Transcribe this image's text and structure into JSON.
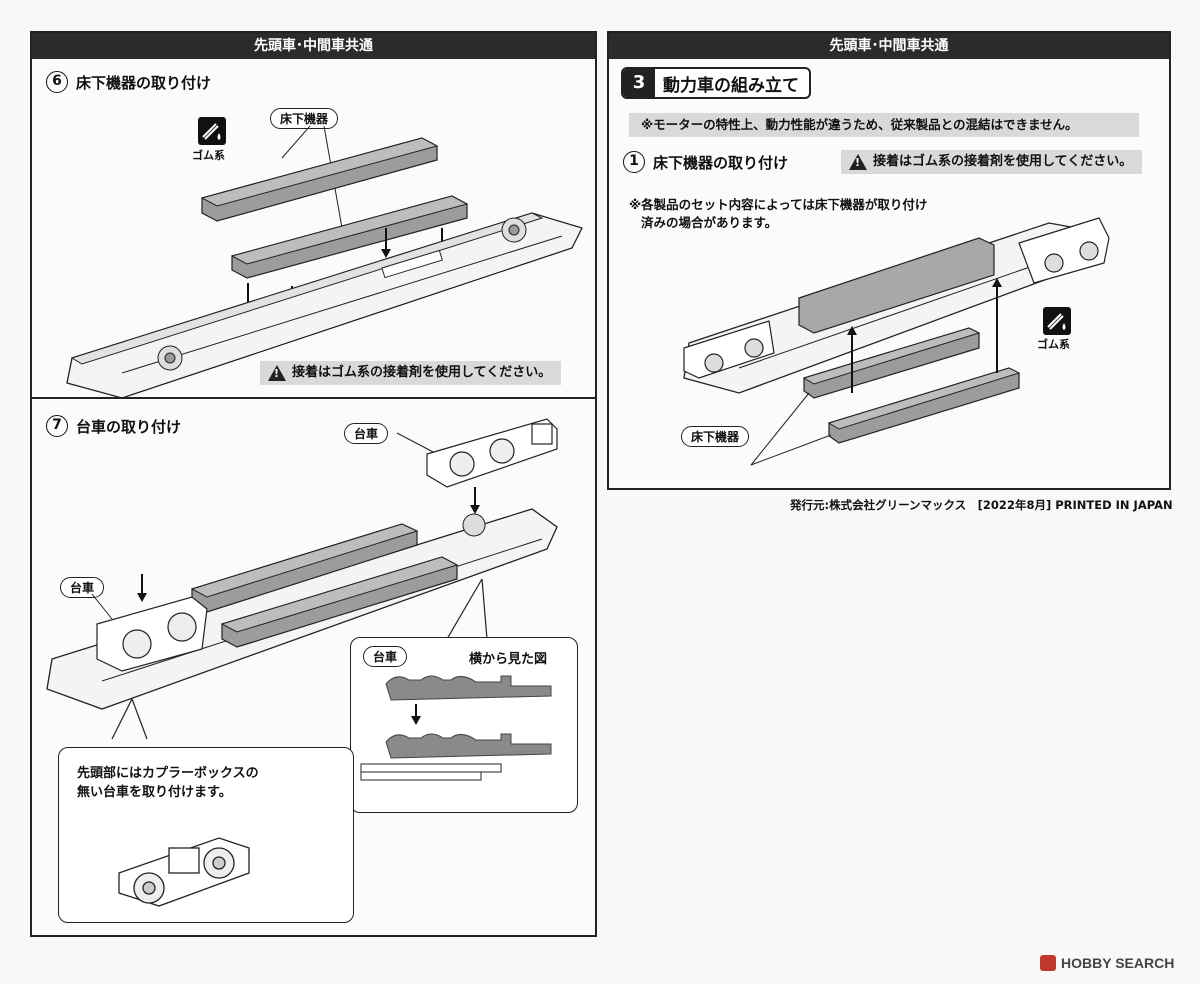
{
  "left_panel": {
    "header": "先頭車･中間車共通",
    "step6": {
      "number": "6",
      "title": "床下機器の取り付け",
      "part_label": "床下機器",
      "glue_icon_label": "ゴム系",
      "warning": "接着はゴム系の接着剤を使用してください。"
    },
    "step7": {
      "number": "7",
      "title": "台車の取り付け",
      "bogie_label_top": "台車",
      "bogie_label_left": "台車",
      "side_view": {
        "bogie_label": "台車",
        "title": "横から見た図"
      },
      "lead_note_line1": "先頭部にはカプラーボックスの",
      "lead_note_line2": "無い台車を取り付けます。"
    }
  },
  "right_panel": {
    "header": "先頭車･中間車共通",
    "section_number": "3",
    "section_title": "動力車の組み立て",
    "motor_notice": "※モーターの特性上、動力性能が違うため、従来製品との混結はできません。",
    "step1": {
      "number": "1",
      "title": "床下機器の取り付け",
      "warning": "接着はゴム系の接着剤を使用してください。",
      "note_line1": "※各製品のセット内容によっては床下機器が取り付け",
      "note_line2": "済みの場合があります。",
      "glue_icon_label": "ゴム系",
      "part_label": "床下機器"
    }
  },
  "footer": {
    "publisher": "発行元:株式会社グリーンマックス　[2022年8月]  PRINTED IN JAPAN"
  },
  "watermark": {
    "text": "HOBBY SEARCH",
    "color": "#c0392b"
  },
  "colors": {
    "header_bar": "#2b2b2b",
    "warning_bg": "#d9d9d9",
    "part_gray": "#9c9c9c"
  }
}
